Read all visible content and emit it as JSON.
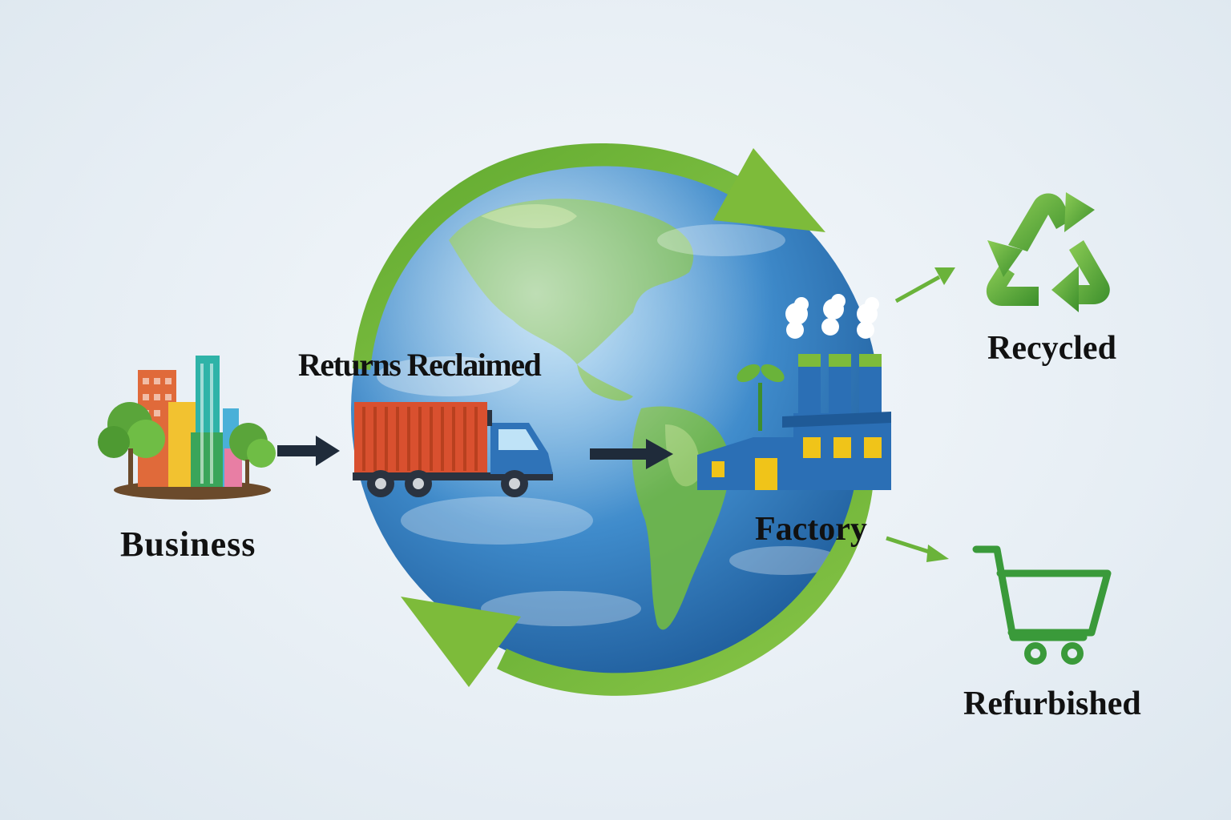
{
  "diagram": {
    "labels": {
      "business": "Business",
      "returns": "Returns Reclaimed",
      "factory": "Factory",
      "recycled": "Recycled",
      "refurbished": "Refurbished"
    },
    "colors": {
      "cycle_arrow": "#7dbb3a",
      "flow_arrow": "#1f2b3a",
      "branch_arrow": "#6ab33a",
      "ocean": "#3d86c6",
      "land": "#6eb54a",
      "truck_container": "#d9502f",
      "truck_cab": "#2f73b8",
      "factory_body": "#2b6fb5",
      "factory_windows": "#f0c419",
      "recycle_green": "#5aa53a",
      "cart_green": "#3a9a3a"
    },
    "icons": [
      "buildings-icon",
      "truck-icon",
      "factory-icon",
      "recycle-icon",
      "shopping-cart-icon",
      "globe-icon"
    ]
  }
}
